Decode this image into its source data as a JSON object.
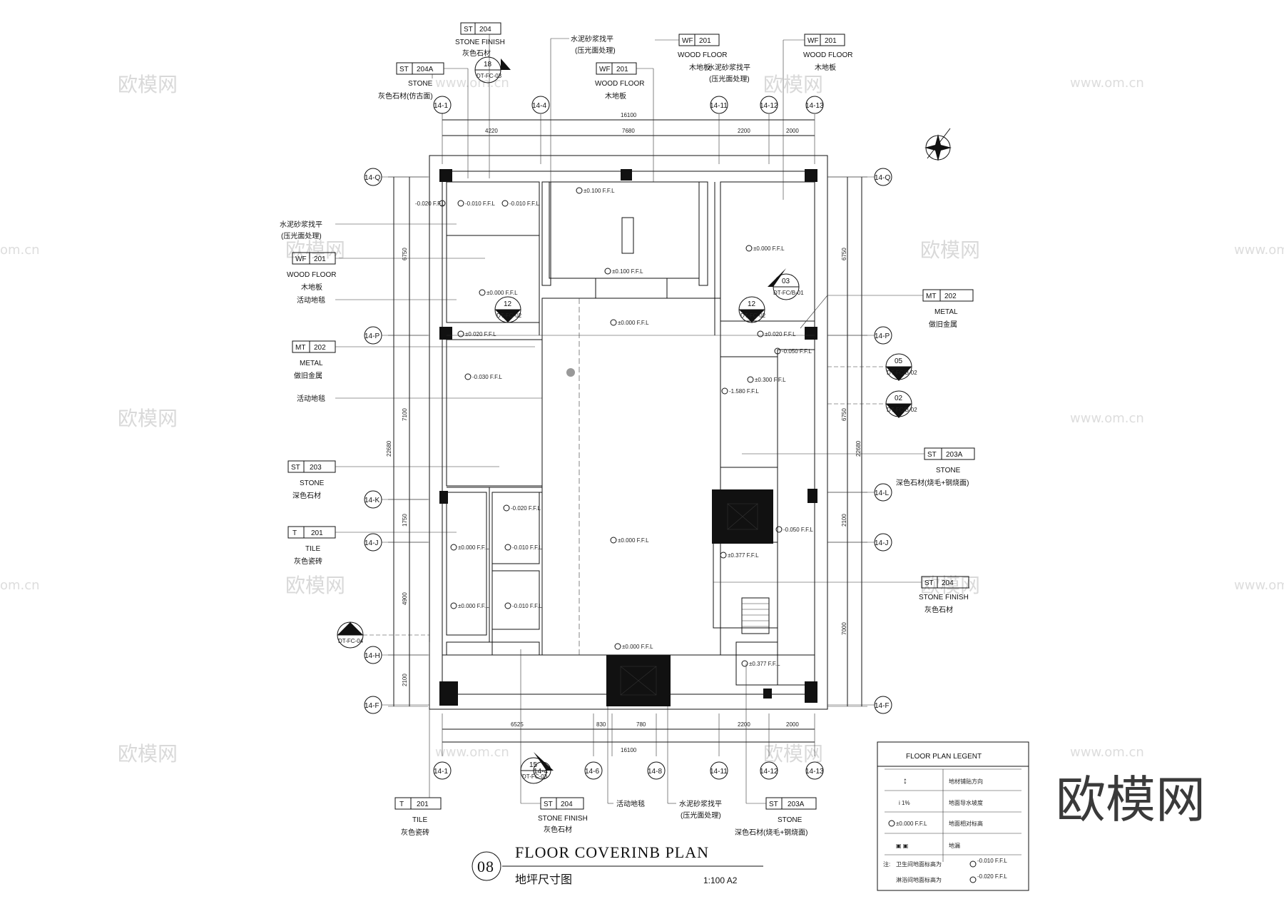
{
  "title": {
    "number": "08",
    "en": "FLOOR COVERINB PLAN",
    "cn": "地坪尺寸图",
    "scale": "1:100 A2"
  },
  "watermarks": [
    "欧模网",
    "www.om.cn",
    "om.cn"
  ],
  "watermark_corner": "欧模网",
  "grid_top": [
    "14-1",
    "14-4",
    "14-11",
    "14-12",
    "14-13"
  ],
  "grid_bottom": [
    "14-1",
    "14-4",
    "14-6",
    "14-8",
    "14-11",
    "14-12",
    "14-13"
  ],
  "grid_left": [
    "14-Q",
    "14-P",
    "14-K",
    "14-J",
    "14-H",
    "14-F"
  ],
  "grid_right": [
    "14-Q",
    "14-P",
    "14-L",
    "14-J",
    "14-F"
  ],
  "dims_top": {
    "total": "16100",
    "parts": [
      "4220",
      "7680",
      "2200",
      "2000"
    ]
  },
  "dims_bottom": {
    "total": "16100",
    "parts": [
      "6525",
      "830",
      "780",
      "2200",
      "2000"
    ]
  },
  "dims_left": {
    "total": "22680",
    "parts": [
      "6750",
      "7100",
      "1750",
      "4900",
      "2100"
    ]
  },
  "dims_right": {
    "total": "22680",
    "parts": [
      "6750",
      "6750",
      "2100",
      "7000"
    ]
  },
  "tags": {
    "st204_top": {
      "code": "ST",
      "num": "204",
      "l1": "STONE FINISH",
      "l2": "灰色石材"
    },
    "st204a": {
      "code": "ST",
      "num": "204A",
      "l1": "STONE",
      "l2": "灰色石材(仿古面)"
    },
    "cement_top": {
      "l1": "水泥砂浆找平",
      "l2": "(压光面处理)"
    },
    "wf201_mid": {
      "code": "WF",
      "num": "201",
      "l1": "WOOD FLOOR",
      "l2": "木地板"
    },
    "wf201_a": {
      "code": "WF",
      "num": "201",
      "l1": "WOOD FLOOR",
      "l2": "木地板"
    },
    "cement_top2": {
      "l1": "水泥砂浆找平",
      "l2": "(压光面处理)"
    },
    "wf201_b": {
      "code": "WF",
      "num": "201",
      "l1": "WOOD FLOOR",
      "l2": "木地板"
    },
    "cement_left": {
      "l1": "水泥砂浆找平",
      "l2": "(压光面处理)"
    },
    "wf201_left": {
      "code": "WF",
      "num": "201",
      "l1": "WOOD FLOOR",
      "l2": "木地板",
      "l3": "活动地毯"
    },
    "mt202_left": {
      "code": "MT",
      "num": "202",
      "l1": "METAL",
      "l2": "做旧金属"
    },
    "carpet_left": {
      "l1": "活动地毯"
    },
    "st203_left": {
      "code": "ST",
      "num": "203",
      "l1": "STONE",
      "l2": "深色石材"
    },
    "t201_left": {
      "code": "T",
      "num": "201",
      "l1": "TILE",
      "l2": "灰色瓷砖"
    },
    "mt202_right": {
      "code": "MT",
      "num": "202",
      "l1": "METAL",
      "l2": "做旧金属"
    },
    "st203a_right": {
      "code": "ST",
      "num": "203A",
      "l1": "STONE",
      "l2": "深色石材(烧毛+钢烧面)"
    },
    "st204_right": {
      "code": "ST",
      "num": "204",
      "l1": "STONE FINISH",
      "l2": "灰色石材"
    },
    "t201_bottom": {
      "code": "T",
      "num": "201",
      "l1": "TILE",
      "l2": "灰色瓷砖"
    },
    "st204_bottom": {
      "code": "ST",
      "num": "204",
      "l1": "STONE FINISH",
      "l2": "灰色石材"
    },
    "carpet_bottom": {
      "l1": "活动地毯"
    },
    "cement_bottom": {
      "l1": "水泥砂浆找平",
      "l2": "(压光面处理)"
    },
    "st203a_bottom": {
      "code": "ST",
      "num": "203A",
      "l1": "STONE",
      "l2": "深色石材(烧毛+钢烧面)"
    }
  },
  "section_markers": {
    "m18": {
      "num": "18",
      "ref": "DT-FC-03"
    },
    "m12a": {
      "num": "12",
      "ref": "DT-FC-02"
    },
    "m12b": {
      "num": "12",
      "ref": "DT-FC-02"
    },
    "m03": {
      "num": "03",
      "ref": "DT-FC/B-01"
    },
    "m05": {
      "num": "05",
      "ref": "DT-FC/B-02"
    },
    "m02": {
      "num": "02",
      "ref": "DT-FC/B-02"
    },
    "m04": {
      "num": "04",
      "ref": "DT-FC-04"
    },
    "m15": {
      "num": "15",
      "ref": "DT-FC-03"
    }
  },
  "levels": {
    "l1": "±0.100 F.F.L",
    "l2": "±0.100 F.F.L",
    "l3": "±0.000 F.F.L",
    "l4": "±0.000 F.F.L",
    "l5": "±0.020 F.F.L",
    "l6": "±0.020 F.F.L",
    "l7": "±0.000 F.F.L",
    "l8": "-0.030 F.F.L",
    "l9": "±0.000 F.F.L",
    "l10": "-0.050 F.F.L",
    "l11": "±0.300 F.F.L",
    "l12": "-1.580 F.F.L",
    "l13": "±0.000 F.F.L",
    "l14": "-0.010 F.F.L",
    "l15": "±0.000 F.F.L",
    "l16": "-0.010 F.F.L",
    "l17": "±0.000 F.F.L",
    "l18": "-0.050 F.F.L",
    "l19": "±0.377 F.F.L",
    "l20": "±0.377 F.F.L",
    "l21": "-0.020 F.F.L",
    "l22": "-0.010 F.F.L",
    "l23": "-0.020 F.F.L",
    "l24": "-0.010 F.F.L"
  },
  "legend": {
    "title": "FLOOR  PLAN  LEGENT",
    "rows": [
      {
        "sym": "↕",
        "desc": "地材铺贴方向"
      },
      {
        "sym": "i  1%",
        "desc": "地面导水坡度"
      },
      {
        "sym": "±0.000 F.F.L",
        "desc": "地面相对标高"
      },
      {
        "sym": "▣ ▣",
        "desc": "地漏"
      }
    ],
    "note_prefix": "注:",
    "note1": "卫生间地面标高为",
    "note1_val": "-0.010 F.F.L",
    "note2": "淋浴间地面标高为",
    "note2_val": "-0.020 F.F.L"
  }
}
